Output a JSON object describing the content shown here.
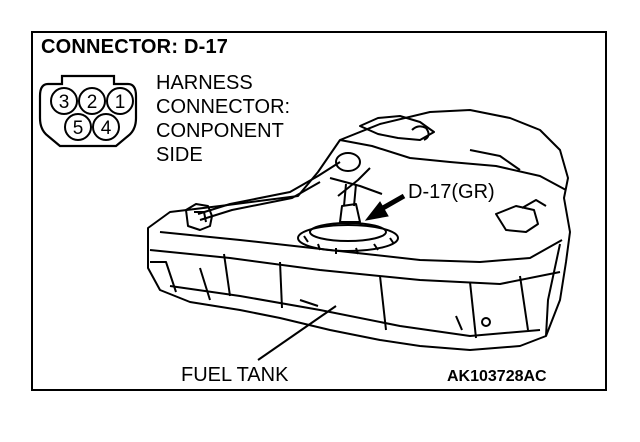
{
  "title": "CONNECTOR: D-17",
  "harness_connector": {
    "lines": [
      "HARNESS",
      "CONNECTOR:",
      "CONPONENT",
      "SIDE"
    ],
    "pins_top": [
      "3",
      "2",
      "1"
    ],
    "pins_bottom": [
      "5",
      "4"
    ]
  },
  "callouts": {
    "connector": "D-17(GR)",
    "tank": "FUEL TANK"
  },
  "figure_code": "AK103728AC",
  "colors": {
    "line": "#000000",
    "background": "#ffffff"
  }
}
